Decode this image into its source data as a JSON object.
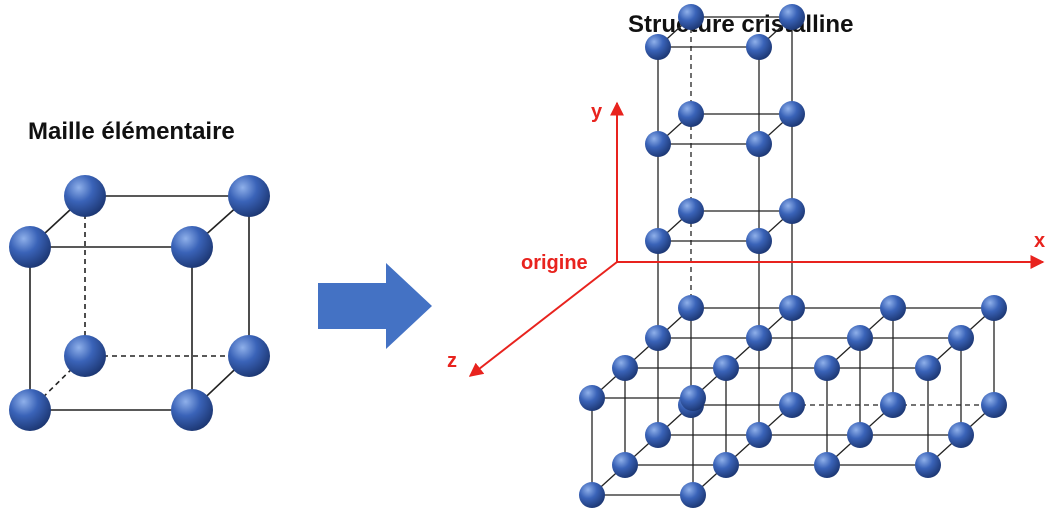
{
  "titles": {
    "unit_cell": "Maille élémentaire",
    "crystal": "Structure cristalline"
  },
  "axes": {
    "x": "x",
    "y": "y",
    "z": "z",
    "origin": "origine"
  },
  "colors": {
    "axis": "#e8231e",
    "arrow": "#4472c4",
    "atom_light": "#8fb0ea",
    "atom_mid": "#3a63b8",
    "atom_dark": "#1b3570",
    "edge": "#222222"
  },
  "icons": {
    "transform_arrow": "right-arrow-icon"
  }
}
